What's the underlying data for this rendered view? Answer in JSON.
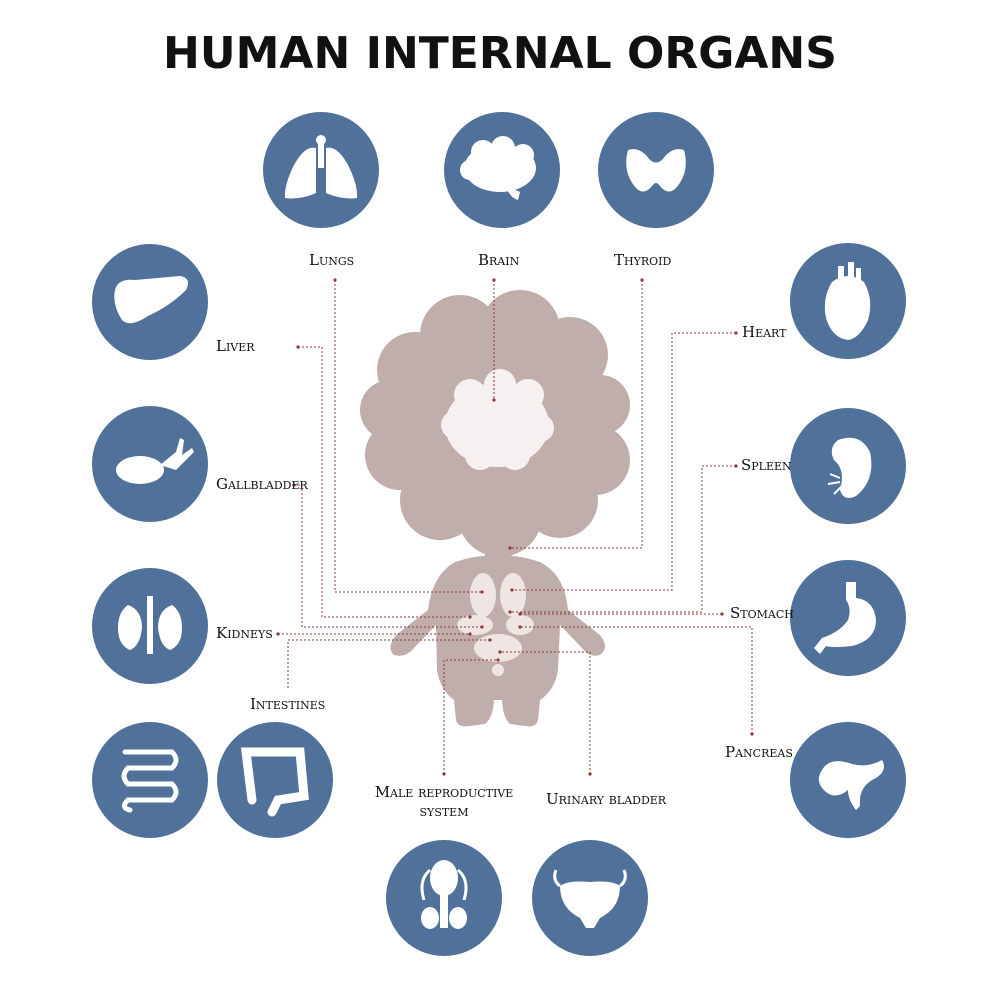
{
  "title": "HUMAN INTERNAL ORGANS",
  "labels": {
    "lungs": "Lungs",
    "brain": "Brain",
    "thyroid": "Thyroid",
    "liver": "Liver",
    "heart": "Heart",
    "gallbladder": "Gallbladder",
    "spleen": "Spleen",
    "kidneys": "Kidneys",
    "stomach": "Stomach",
    "intestines": "Intestines",
    "pancreas": "Pancreas",
    "male_reproductive_line1": "Male reproductive",
    "male_reproductive_line2": "system",
    "urinary_bladder": "Urinary bladder"
  },
  "stock_id": "#597099168",
  "colors": {
    "circle": "#50729a",
    "figure": "#bfaeac",
    "brain_fill": "#f6f1f0",
    "organ_fill": "#efe6e4",
    "leader": "#8b3a3a",
    "icon": "#ffffff"
  },
  "icons": [
    "lungs-icon",
    "brain-icon",
    "thyroid-icon",
    "liver-icon",
    "heart-icon",
    "gallbladder-icon",
    "spleen-icon",
    "kidneys-icon",
    "stomach-icon",
    "small-intestine-icon",
    "large-intestine-icon",
    "pancreas-icon",
    "male-reproductive-icon",
    "urinary-bladder-icon"
  ]
}
